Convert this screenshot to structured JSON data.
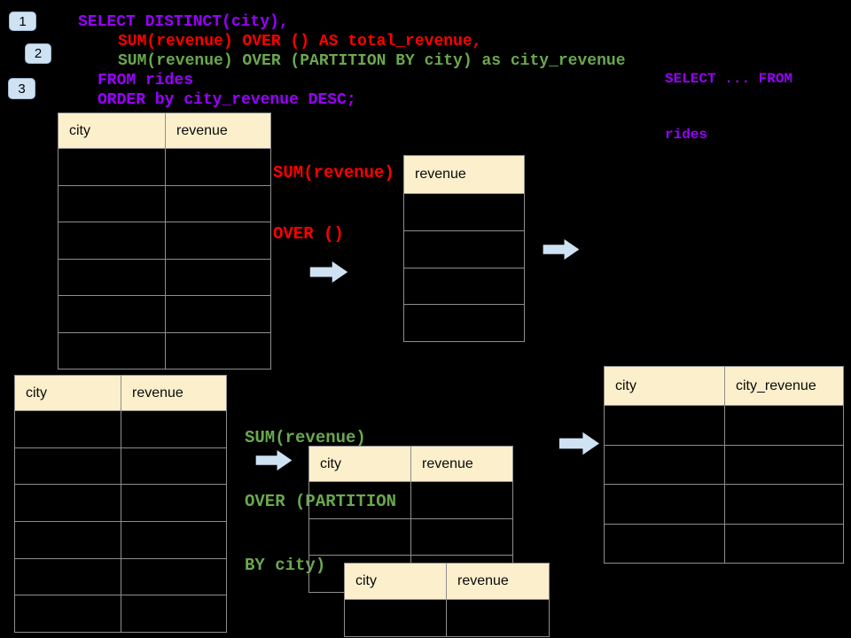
{
  "palette": {
    "purple": "#9900FF",
    "red": "#FF0000",
    "green": "#6AA84F",
    "arrow_blue": "#CFE2F3",
    "badge_blue": "#CFE2F3",
    "header_fill": "#FCF0CC",
    "table_border": "#8E8E8E",
    "background": "#000000"
  },
  "badges": [
    {
      "label": "1"
    },
    {
      "label": "2"
    },
    {
      "label": "3"
    }
  ],
  "code": {
    "lines": [
      {
        "text": "SELECT DISTINCT(city),",
        "color": "purple"
      },
      {
        "text": "SUM(revenue) OVER () AS total_revenue,",
        "color": "red"
      },
      {
        "text": "SUM(revenue) OVER (PARTITION BY city) as city_revenue",
        "color": "green"
      },
      {
        "text": "FROM rides",
        "color": "purple"
      },
      {
        "text": "ORDER by city_revenue DESC;",
        "color": "purple"
      }
    ]
  },
  "side_note": {
    "line1": "SELECT ... FROM",
    "line2": "rides",
    "color": "purple"
  },
  "annotations": {
    "total": {
      "line1": "SUM(revenue)",
      "line2": "OVER ()",
      "color": "red"
    },
    "partition": {
      "line1": "SUM(revenue)",
      "line2": "OVER (PARTITION",
      "line3": "BY city)",
      "color": "green"
    }
  },
  "tables": [
    {
      "name": "rides-source-top",
      "headers": [
        "city",
        "revenue"
      ],
      "body_rows": 6
    },
    {
      "name": "total-revenue-column",
      "headers": [
        "revenue"
      ],
      "body_rows": 4
    },
    {
      "name": "rides-source-bottom",
      "headers": [
        "city",
        "revenue"
      ],
      "body_rows": 6
    },
    {
      "name": "partition-result-back",
      "headers": [
        "city",
        "revenue"
      ],
      "body_rows": 3
    },
    {
      "name": "partition-result-front",
      "headers": [
        "city",
        "revenue"
      ],
      "body_rows": 1
    },
    {
      "name": "city-revenue-result",
      "headers": [
        "city",
        "city_revenue"
      ],
      "body_rows": 4
    }
  ]
}
